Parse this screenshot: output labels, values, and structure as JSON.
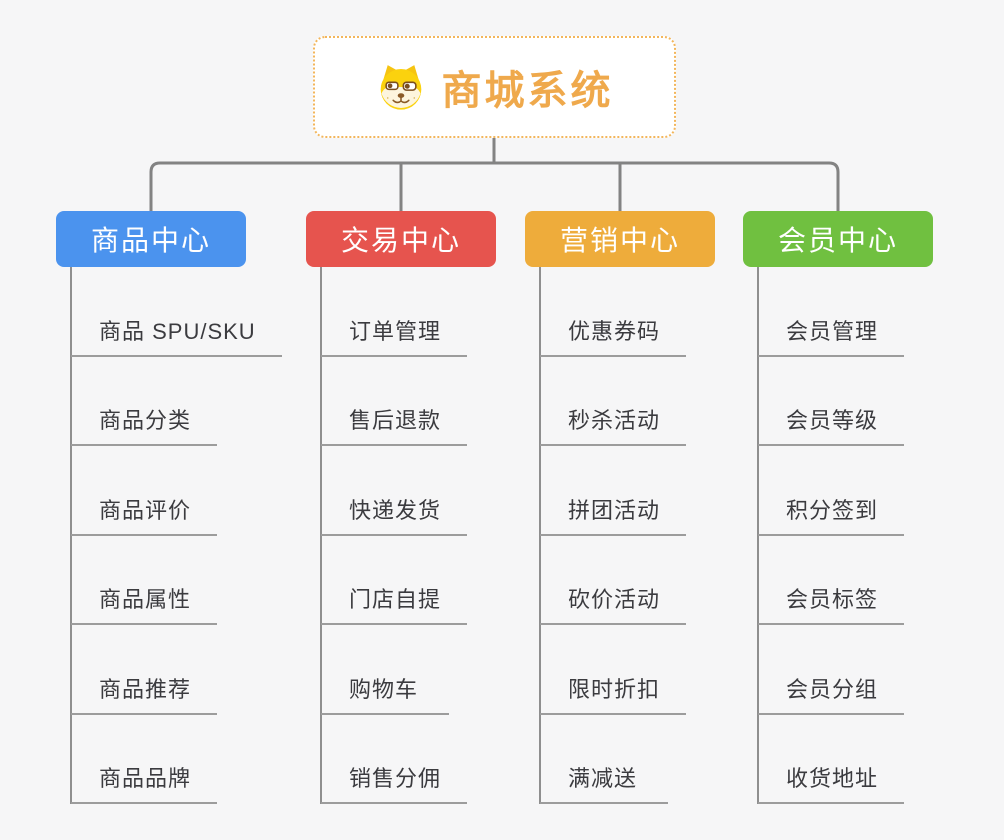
{
  "page": {
    "background": "#f6f6f7",
    "connector_color": "#838383"
  },
  "root": {
    "title": "商城系统",
    "icon": "doge-icon",
    "text_color": "#efa94c",
    "border_color": "#f3b65b"
  },
  "branches": [
    {
      "label": "商品中心",
      "color": "#4b93ee",
      "children": [
        "商品 SPU/SKU",
        "商品分类",
        "商品评价",
        "商品属性",
        "商品推荐",
        "商品品牌"
      ]
    },
    {
      "label": "交易中心",
      "color": "#e6544e",
      "children": [
        "订单管理",
        "售后退款",
        "快递发货",
        "门店自提",
        "购物车",
        "销售分佣"
      ]
    },
    {
      "label": "营销中心",
      "color": "#eeac3b",
      "children": [
        "优惠券码",
        "秒杀活动",
        "拼团活动",
        "砍价活动",
        "限时折扣",
        "满减送"
      ]
    },
    {
      "label": "会员中心",
      "color": "#70c040",
      "children": [
        "会员管理",
        "会员等级",
        "积分签到",
        "会员标签",
        "会员分组",
        "收货地址"
      ]
    }
  ]
}
